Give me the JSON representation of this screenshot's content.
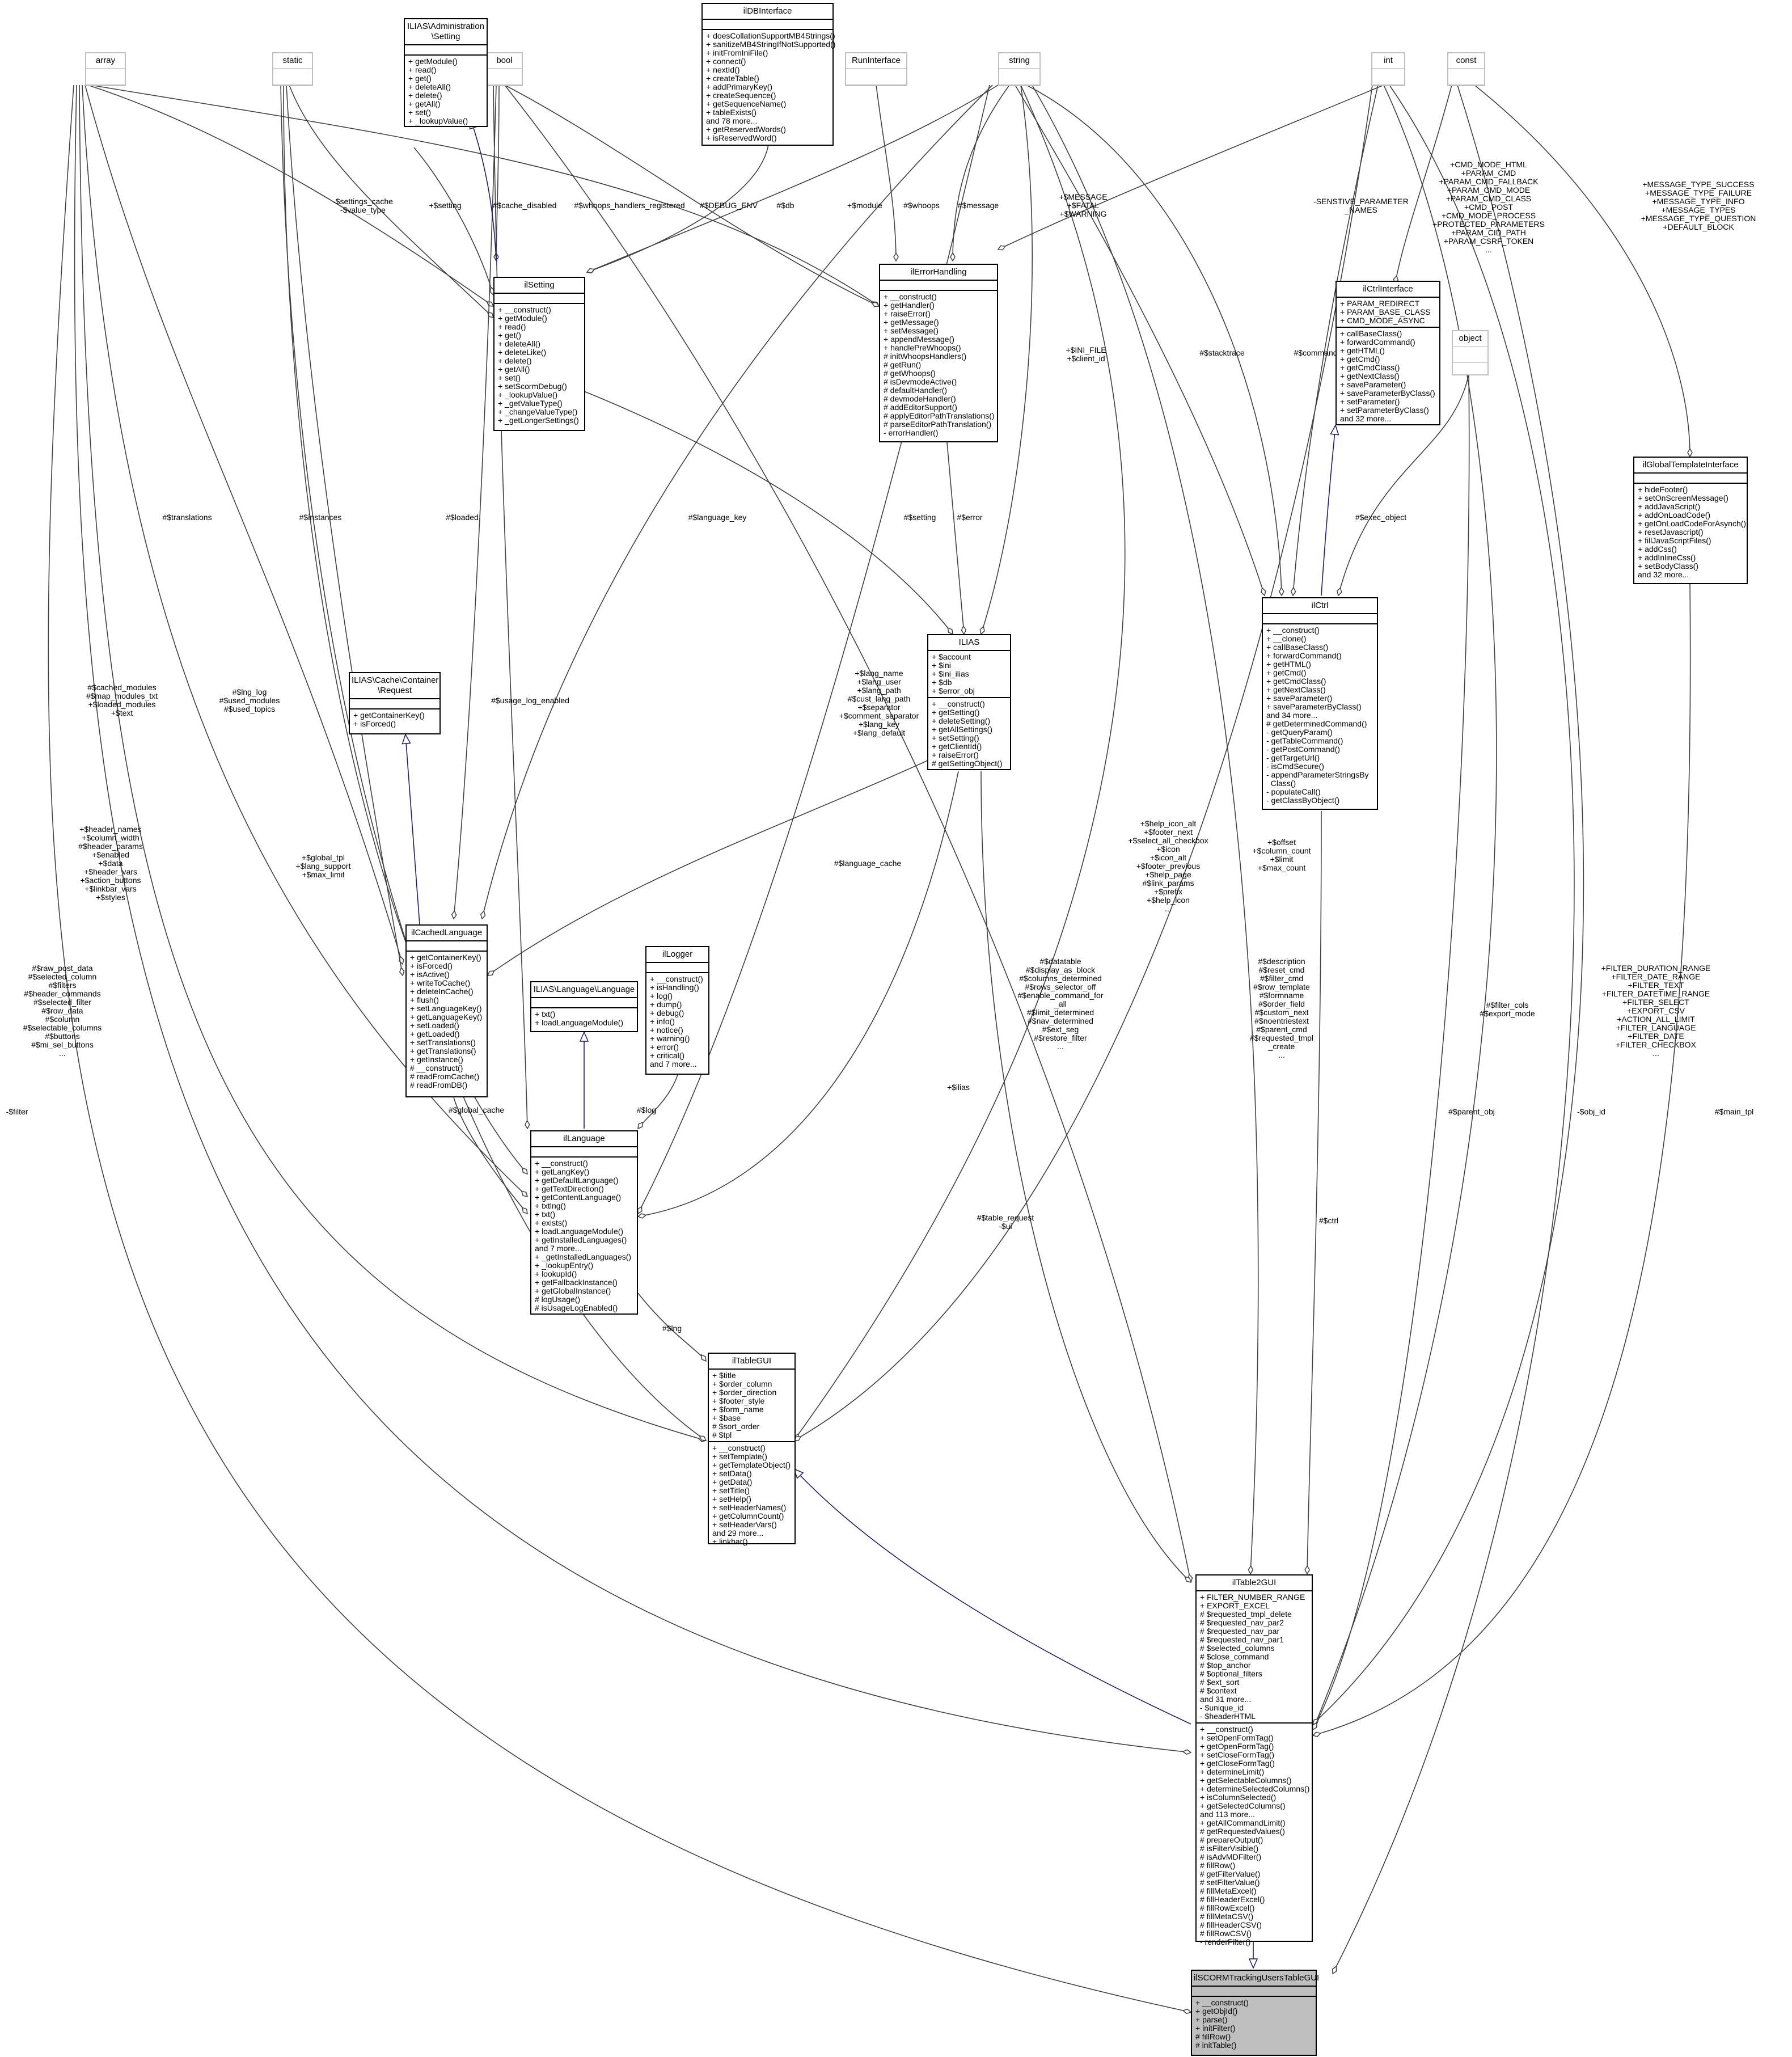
{
  "classes": {
    "array": {
      "title": "array",
      "attributes": [],
      "methods": []
    },
    "static": {
      "title": "static",
      "attributes": [],
      "methods": []
    },
    "bool": {
      "title": "bool",
      "attributes": [],
      "methods": []
    },
    "runinterface": {
      "title": "RunInterface",
      "attributes": [],
      "methods": []
    },
    "string": {
      "title": "string",
      "attributes": [],
      "methods": []
    },
    "int": {
      "title": "int",
      "attributes": [],
      "methods": []
    },
    "const": {
      "title": "const",
      "attributes": [],
      "methods": []
    },
    "object": {
      "title": "object",
      "attributes": [],
      "methods": []
    },
    "ilias_admin_setting": {
      "title": "ILIAS\\Administration\n\\Setting",
      "attributes": [],
      "methods": [
        "+ getModule()",
        "+ read()",
        "+ get()",
        "+ deleteAll()",
        "+ delete()",
        "+ getAll()",
        "+ set()",
        "+ _lookupValue()"
      ]
    },
    "ildbinterface": {
      "title": "ilDBInterface",
      "attributes": [],
      "methods": [
        "+ doesCollationSupportMB4Strings()",
        "+ sanitizeMB4StringIfNotSupported()",
        "+ initFromIniFile()",
        "+ connect()",
        "+ nextId()",
        "+ createTable()",
        "+ addPrimaryKey()",
        "+ createSequence()",
        "+ getSequenceName()",
        "+ tableExists()",
        "and 78 more...",
        "+ getReservedWords()",
        "+ isReservedWord()"
      ]
    },
    "ilsetting": {
      "title": "ilSetting",
      "attributes": [],
      "methods": [
        "+ __construct()",
        "+ getModule()",
        "+ read()",
        "+ get()",
        "+ deleteAll()",
        "+ deleteLike()",
        "+ delete()",
        "+ getAll()",
        "+ set()",
        "+ setScormDebug()",
        "+ _lookupValue()",
        "+ _getValueType()",
        "+ _changeValueType()",
        "+ _getLongerSettings()"
      ]
    },
    "ilerrorhandling": {
      "title": "ilErrorHandling",
      "attributes": [],
      "methods": [
        "+ __construct()",
        "+ getHandler()",
        "+ raiseError()",
        "+ getMessage()",
        "+ setMessage()",
        "+ appendMessage()",
        "+ handlePreWhoops()",
        "# initWhoopsHandlers()",
        "# getRun()",
        "# getWhoops()",
        "# isDevmodeActive()",
        "# defaultHandler()",
        "# devmodeHandler()",
        "# addEditorSupport()",
        "# applyEditorPathTranslations()",
        "# parseEditorPathTranslation()",
        "- errorHandler()"
      ]
    },
    "ilctrlinterface": {
      "title": "ilCtrlInterface",
      "attributes": [
        "+ PARAM_REDIRECT",
        "+ PARAM_BASE_CLASS",
        "+ CMD_MODE_ASYNC"
      ],
      "methods": [
        "+ callBaseClass()",
        "+ forwardCommand()",
        "+ getHTML()",
        "+ getCmd()",
        "+ getCmdClass()",
        "+ getNextClass()",
        "+ saveParameter()",
        "+ saveParameterByClass()",
        "+ setParameter()",
        "+ setParameterByClass()",
        "and 32 more..."
      ]
    },
    "ilglobaltemplateinterface": {
      "title": "ilGlobalTemplateInterface",
      "attributes": [],
      "methods": [
        "+ hideFooter()",
        "+ setOnScreenMessage()",
        "+ addJavaScript()",
        "+ addOnLoadCode()",
        "+ getOnLoadCodeForAsynch()",
        "+ resetJavascript()",
        "+ fillJavaScriptFiles()",
        "+ addCss()",
        "+ addInlineCss()",
        "+ setBodyClass()",
        "and 32 more..."
      ]
    },
    "ilias_cache_request": {
      "title": "ILIAS\\Cache\\Container\n\\Request",
      "attributes": [],
      "methods": [
        "+ getContainerKey()",
        "+ isForced()"
      ]
    },
    "ilctrl": {
      "title": "ilCtrl",
      "attributes": [],
      "methods": [
        "+ __construct()",
        "+ __clone()",
        "+ callBaseClass()",
        "+ forwardCommand()",
        "+ getHTML()",
        "+ getCmd()",
        "+ getCmdClass()",
        "+ getNextClass()",
        "+ saveParameter()",
        "+ saveParameterByClass()",
        "and 34 more...",
        "# getDeterminedCommand()",
        "- getQueryParam()",
        "- getTableCommand()",
        "- getPostCommand()",
        "- getTargetUrl()",
        "- isCmdSecure()",
        "- appendParameterStringsBy\n  Class()",
        "- populateCall()",
        "- getClassByObject()"
      ]
    },
    "ilias": {
      "title": "ILIAS",
      "attributes": [
        "+ $account",
        "+ $ini",
        "+ $ini_ilias",
        "+ $db",
        "+ $error_obj"
      ],
      "methods": [
        "+ __construct()",
        "+ getSetting()",
        "+ deleteSetting()",
        "+ getAllSettings()",
        "+ setSetting()",
        "+ getClientId()",
        "+ raiseError()",
        "# getSettingObject()"
      ]
    },
    "ilcachedlanguage": {
      "title": "ilCachedLanguage",
      "attributes": [],
      "methods": [
        "+ getContainerKey()",
        "+ isForced()",
        "+ isActive()",
        "+ writeToCache()",
        "+ deleteInCache()",
        "+ flush()",
        "+ setLanguageKey()",
        "+ getLanguageKey()",
        "+ setLoaded()",
        "+ getLoaded()",
        "+ setTranslations()",
        "+ getTranslations()",
        "+ getInstance()",
        "# __construct()",
        "# readFromCache()",
        "# readFromDB()"
      ]
    },
    "ilias_language": {
      "title": "ILIAS\\Language\\Language",
      "attributes": [],
      "methods": [
        "+ txt()",
        "+ loadLanguageModule()"
      ]
    },
    "illogger": {
      "title": "ilLogger",
      "attributes": [],
      "methods": [
        "+ __construct()",
        "+ isHandling()",
        "+ log()",
        "+ dump()",
        "+ debug()",
        "+ info()",
        "+ notice()",
        "+ warning()",
        "+ error()",
        "+ critical()",
        "and 7 more..."
      ]
    },
    "illanguage": {
      "title": "ilLanguage",
      "attributes": [],
      "methods": [
        "+ __construct()",
        "+ getLangKey()",
        "+ getDefaultLanguage()",
        "+ getTextDirection()",
        "+ getContentLanguage()",
        "+ txtlng()",
        "+ txt()",
        "+ exists()",
        "+ loadLanguageModule()",
        "+ getInstalledLanguages()",
        "and 7 more...",
        "+ _getInstalledLanguages()",
        "+ _lookupEntry()",
        "+ lookupId()",
        "+ getFallbackInstance()",
        "+ getGlobalInstance()",
        "# logUsage()",
        "# isUsageLogEnabled()"
      ]
    },
    "iltablegui": {
      "title": "ilTableGUI",
      "attributes": [
        "+ $title",
        "+ $order_column",
        "+ $order_direction",
        "+ $footer_style",
        "+ $form_name",
        "+ $base",
        "# $sort_order",
        "# $tpl"
      ],
      "methods": [
        "+ __construct()",
        "+ setTemplate()",
        "+ getTemplateObject()",
        "+ setData()",
        "+ getData()",
        "+ setTitle()",
        "+ setHelp()",
        "+ setHeaderNames()",
        "+ getColumnCount()",
        "+ setHeaderVars()",
        "and 29 more...",
        "+ linkbar()"
      ]
    },
    "iltable2gui": {
      "title": "ilTable2GUI",
      "attributes": [
        "+ FILTER_NUMBER_RANGE",
        "+ EXPORT_EXCEL",
        "# $requested_tmpl_delete",
        "# $requested_nav_par2",
        "# $requested_nav_par",
        "# $requested_nav_par1",
        "# $selected_columns",
        "# $close_command",
        "# $top_anchor",
        "# $optional_filters",
        "# $ext_sort",
        "# $context",
        "and 31 more...",
        "- $unique_id",
        "- $headerHTML"
      ],
      "methods": [
        "+ __construct()",
        "+ setOpenFormTag()",
        "+ getOpenFormTag()",
        "+ setCloseFormTag()",
        "+ getCloseFormTag()",
        "+ determineLimit()",
        "+ getSelectableColumns()",
        "+ determineSelectedColumns()",
        "+ isColumnSelected()",
        "+ getSelectedColumns()",
        "and 113 more...",
        "+ getAllCommandLimit()",
        "# getRequestedValues()",
        "# prepareOutput()",
        "# isFilterVisible()",
        "# isAdvMDFilter()",
        "# fillRow()",
        "# getFilterValue()",
        "# setFilterValue()",
        "# fillMetaExcel()",
        "# fillHeaderExcel()",
        "# fillRowExcel()",
        "# fillMetaCSV()",
        "# fillHeaderCSV()",
        "# fillRowCSV()",
        "- renderFilter()"
      ]
    },
    "ilscorm": {
      "title": "ilSCORMTrackingUsersTableGUI",
      "attributes": [],
      "methods": [
        "+ __construct()",
        "+ getObjId()",
        "+ parse()",
        "+ initFilter()",
        "# fillRow()",
        "# initTable()"
      ]
    }
  },
  "edge_labels": {
    "settings_cache": "-$settings_cache\n-$value_type",
    "setting": "+$setting",
    "cache_disabled": "#$cache_disabled",
    "whoops_handlers": "#$whoops_handlers_registered",
    "debug_env": "#$DEBUG_ENV",
    "db": "#$db",
    "module": "+$module",
    "whoops": "#$whoops",
    "message": "#$message",
    "message_fatal": "+$MESSAGE\n+$FATAL\n+$WARNING",
    "sensitive": "-SENSTIVE_PARAMETER\n_NAMES",
    "cmd_consts": "+CMD_MODE_HTML\n+PARAM_CMD\n+PARAM_CMD_FALLBACK\n+PARAM_CMD_MODE\n+PARAM_CMD_CLASS\n+CMD_POST\n+CMD_MODE_PROCESS\n+PROTECTED_PARAMETERS\n+PARAM_CID_PATH\n+PARAM_CSRF_TOKEN\n...",
    "msg_types": "+MESSAGE_TYPE_SUCCESS\n+MESSAGE_TYPE_FAILURE\n+MESSAGE_TYPE_INFO\n+MESSAGE_TYPES\n+MESSAGE_TYPE_QUESTION\n+DEFAULT_BLOCK",
    "ini_file": "+$INI_FILE\n+$client_id",
    "stacktrace": "#$stacktrace",
    "command": "#$command",
    "exec_object": "#$exec_object",
    "translations": "#$translations",
    "instances": "#$instances",
    "loaded": "#$loaded",
    "language_key": "#$language_key",
    "setting2": "#$setting",
    "error": "#$error",
    "cached_modules": "#$cached_modules\n#$map_modules_txt\n+$loaded_modules\n+$text",
    "lng_log": "#$lng_log\n#$used_modules\n#$used_topics",
    "usage_log": "#$usage_log_enabled",
    "lang_name": "+$lang_name\n+$lang_user\n+$lang_path\n#$cust_lang_path\n+$separator\n+$comment_separator\n+$lang_key\n+$lang_default",
    "header_names": "+$header_names\n+$column_width\n#$header_params\n+$enabled\n+$data\n+$header_vars\n+$action_buttons\n+$linkbar_vars\n+$styles",
    "global_tpl": "+$global_tpl\n+$lang_support\n+$max_limit",
    "language_cache": "#$language_cache",
    "help_icon": "+$help_icon_alt\n+$footer_next\n+$select_all_checkbox\n+$icon\n+$icon_alt\n+$footer_previous\n+$help_page\n#$link_params\n+$prefix\n+$help_icon\n...",
    "offset": "+$offset\n+$column_count\n+$limit\n+$max_count",
    "global_cache": "#$global_cache",
    "ilias_edge": "+$ilias",
    "log": "#$log",
    "raw_post": "#$raw_post_data\n#$selected_column\n#$filters\n#$header_commands\n#$selected_filter\n#$row_data\n#$column\n#$selectable_columns\n#$buttons\n#$mi_sel_buttons\n...",
    "datatable": "#$datatable\n#$display_as_block\n#$columns_determined\n#$rows_selector_off\n#$enable_command_for\n_all\n#$limit_determined\n#$nav_determined\n#$ext_seg\n#$restore_filter\n...",
    "description": "#$description\n#$reset_cmd\n#$filter_cmd\n#$row_template\n#$formname\n#$order_field\n#$custom_next\n#$noentriestext\n#$parent_cmd\n#$requested_tmpl\n_create\n...",
    "filter_cols": "#$filter_cols\n#$export_mode",
    "filter_dur": "+FILTER_DURATION_RANGE\n+FILTER_DATE_RANGE\n+FILTER_TEXT\n+FILTER_DATETIME_RANGE\n+FILTER_SELECT\n+EXPORT_CSV\n+ACTION_ALL_LIMIT\n+FILTER_LANGUAGE\n+FILTER_DATE\n+FILTER_CHECKBOX\n...",
    "lng": "#$lng",
    "table_request": "#$table_request\n-$ui",
    "ctrl": "#$ctrl",
    "parent_obj": "#$parent_obj",
    "obj_id": "-$obj_id",
    "main_tpl": "#$main_tpl",
    "filter": "-$filter"
  }
}
